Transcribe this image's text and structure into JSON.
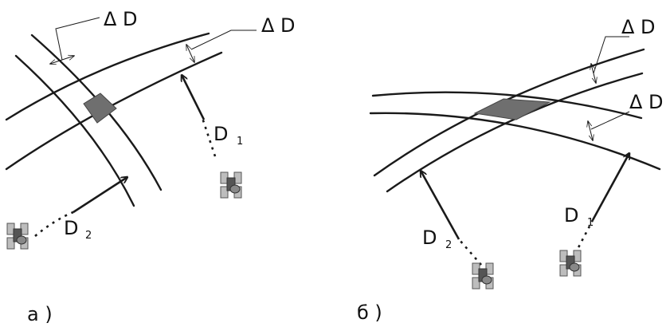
{
  "labels": {
    "delta_d": "Δ D",
    "d_letter": "D",
    "sub_1": "1",
    "sub_2": "2",
    "panel_a": "а )",
    "panel_b": "б )"
  },
  "icons": {
    "satellite": "satellite-icon"
  }
}
